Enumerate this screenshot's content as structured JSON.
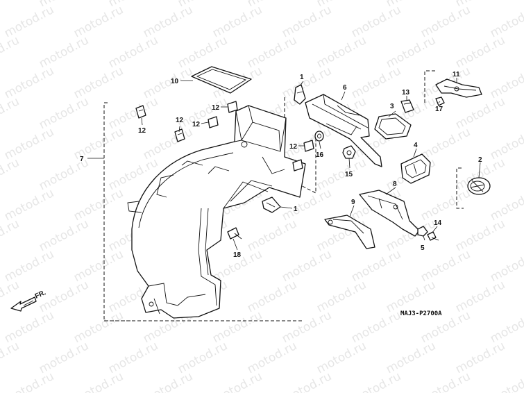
{
  "watermark": "motod.ru",
  "diagram_code": "MAJ3-P2700A",
  "direction_label": "FR.",
  "parts": [
    {
      "id": "p1a",
      "number": "1"
    },
    {
      "id": "p1b",
      "number": "1"
    },
    {
      "id": "p2",
      "number": "2"
    },
    {
      "id": "p3",
      "number": "3"
    },
    {
      "id": "p4",
      "number": "4"
    },
    {
      "id": "p5",
      "number": "5"
    },
    {
      "id": "p6",
      "number": "6"
    },
    {
      "id": "p7",
      "number": "7"
    },
    {
      "id": "p8",
      "number": "8"
    },
    {
      "id": "p9",
      "number": "9"
    },
    {
      "id": "p10",
      "number": "10"
    },
    {
      "id": "p11",
      "number": "11"
    },
    {
      "id": "p12a",
      "number": "12"
    },
    {
      "id": "p12b",
      "number": "12"
    },
    {
      "id": "p12c",
      "number": "12"
    },
    {
      "id": "p12d",
      "number": "12"
    },
    {
      "id": "p12e",
      "number": "12"
    },
    {
      "id": "p13",
      "number": "13"
    },
    {
      "id": "p14",
      "number": "14"
    },
    {
      "id": "p15",
      "number": "15"
    },
    {
      "id": "p16",
      "number": "16"
    },
    {
      "id": "p17",
      "number": "17"
    },
    {
      "id": "p18",
      "number": "18"
    }
  ],
  "colors": {
    "line": "#111111",
    "watermark": "#e6e6e6",
    "background": "#ffffff"
  }
}
